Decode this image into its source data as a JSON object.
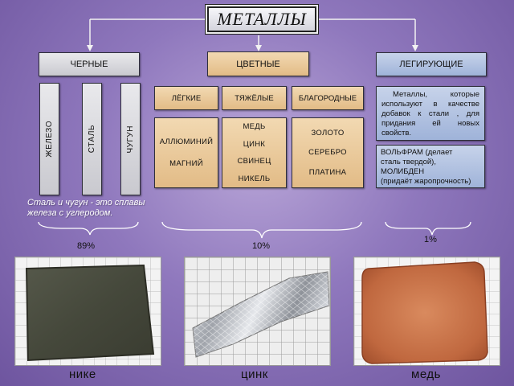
{
  "title": "МЕТАЛЛЫ",
  "categories": {
    "black": "ЧЕРНЫЕ",
    "color": "ЦВЕТНЫЕ",
    "alloying": "ЛЕГИРУЮЩИЕ"
  },
  "black_items": [
    "ЖЕЛЕЗО",
    "СТАЛЬ",
    "ЧУГУН"
  ],
  "color_groups": {
    "light": {
      "header": "ЛЁГКИЕ",
      "items": [
        "АЛЛЮМИНИЙ",
        "МАГНИЙ"
      ]
    },
    "heavy": {
      "header": "ТЯЖЁЛЫЕ",
      "items": [
        "МЕДЬ",
        "ЦИНК",
        "СВИНЕЦ",
        "НИКЕЛЬ"
      ]
    },
    "noble": {
      "header": "БЛАГОРОДНЫЕ",
      "items": [
        "ЗОЛОТО",
        "СЕРЕБРО",
        "ПЛАТИНА"
      ]
    }
  },
  "alloying_desc": "Металлы, которые используют в качестве добавок к стали , для придания ей новых свойств.",
  "alloying_examples": {
    "line1": "ВОЛЬФРАМ (делает",
    "line2": "сталь твердой),",
    "line3": "МОЛИБДЕН",
    "line4": "(придаёт жаропрочность)"
  },
  "note": {
    "line1": "Сталь и чугун - это сплавы",
    "line2": "железа с углеродом."
  },
  "percentages": {
    "black": "89%",
    "color": "10%",
    "alloying": "1%"
  },
  "captions": {
    "nickel": "нике",
    "zinc": "цинк",
    "copper": "медь"
  }
}
